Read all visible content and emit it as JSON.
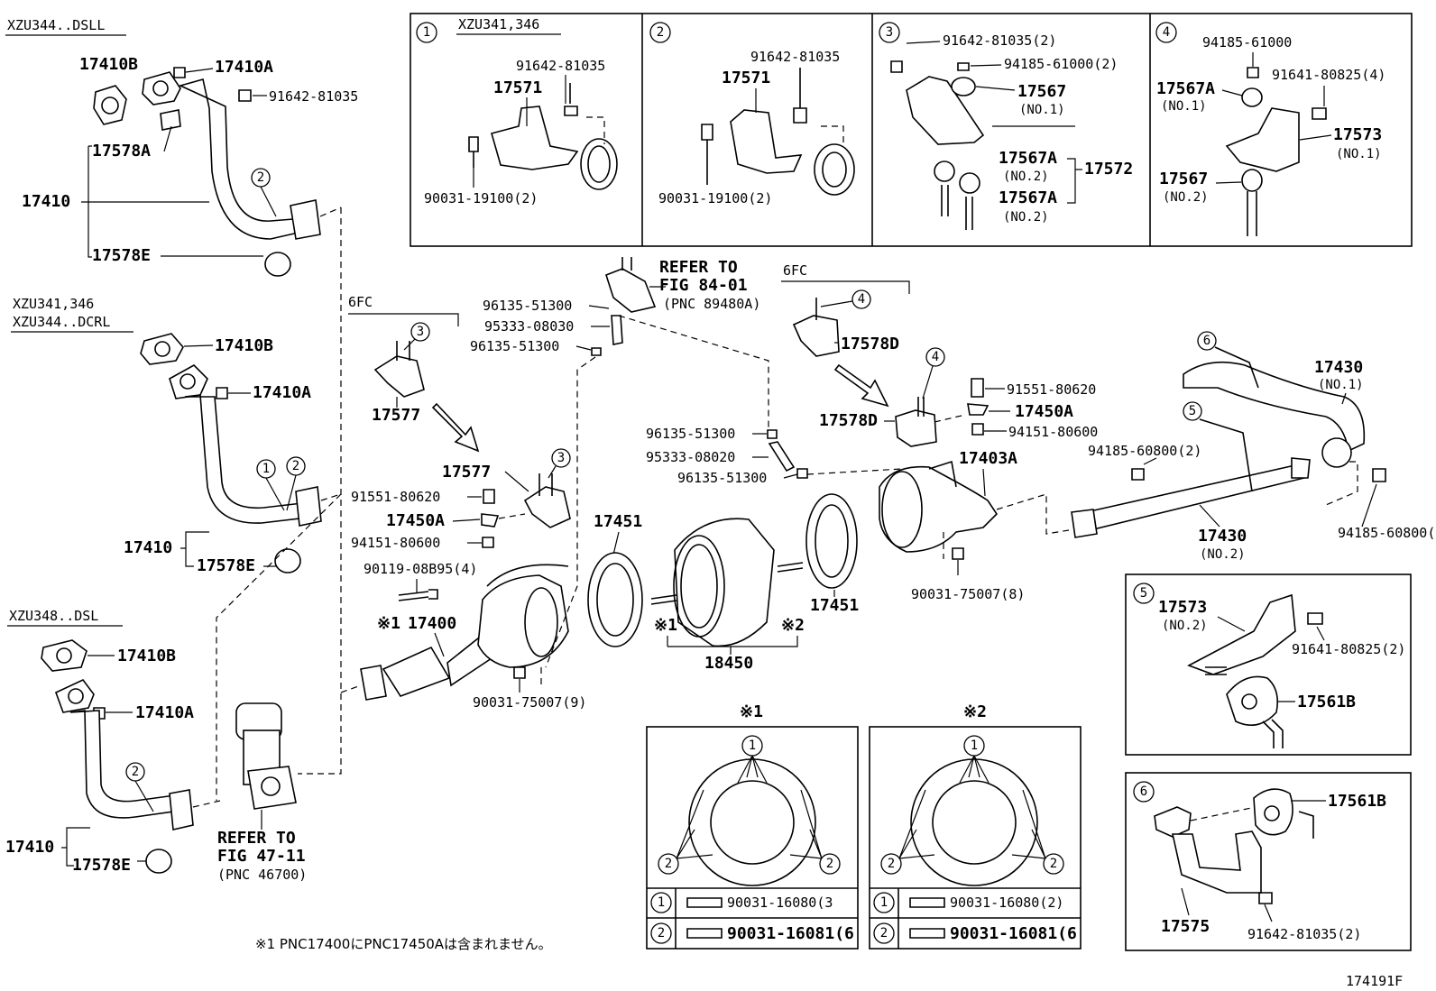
{
  "variants": {
    "v1": "XZU344..DSLL",
    "v2a": "XZU341,346",
    "v2b": "XZU344..DCRL",
    "v3": "XZU348..DSL",
    "box1": "XZU341,346"
  },
  "tags": {
    "sixfc": "6FC",
    "ref1": "※1",
    "ref2": "※2"
  },
  "callouts": [
    "1",
    "2",
    "3",
    "4",
    "5",
    "6"
  ],
  "parts": {
    "p17410": "17410",
    "p17410A": "17410A",
    "p17410B": "17410B",
    "p17578A": "17578A",
    "p17578E": "17578E",
    "p17571": "17571",
    "p17567": "17567",
    "p17567A": "17567A",
    "p17572": "17572",
    "p17573": "17573",
    "p17577": "17577",
    "p17578D": "17578D",
    "p17450A": "17450A",
    "p17451": "17451",
    "p17400": "17400",
    "p18450": "18450",
    "p17403A": "17403A",
    "p17430": "17430",
    "p17561B": "17561B",
    "p17575": "17575",
    "b91642_81035": "91642-81035",
    "b91642_81035_2": "91642-81035(2)",
    "b90031_19100_2": "90031-19100(2)",
    "b94185_61000": "94185-61000",
    "b94185_61000_2": "94185-61000(2)",
    "b91641_80825_4": "91641-80825(4)",
    "b91641_80825_2": "91641-80825(2)",
    "b96135_51300": "96135-51300",
    "b95333_08030": "95333-08030",
    "b95333_08020": "95333-08020",
    "b91551_80620": "91551-80620",
    "b94151_80600": "94151-80600",
    "b90119_08B95_4": "90119-08B95(4)",
    "b90031_75007_9": "90031-75007(9)",
    "b90031_75007_8": "90031-75007(8)",
    "b94185_60800_2": "94185-60800(2)",
    "b90031_16080_3": "90031-16080(3",
    "b90031_16080_2": "90031-16080(2)",
    "b90031_16081_6": "90031-16081(6"
  },
  "notes": {
    "no1": "(NO.1)",
    "no2": "(NO.2)",
    "refer_to": "REFER TO",
    "fig84": "FIG 84-01",
    "pnc89480": "(PNC 89480A)",
    "fig47": "FIG 47-11",
    "pnc46700": "(PNC 46700)",
    "footnote": "※1  PNC17400にPNC17450Aは含まれません。",
    "fig_id": "174191F"
  }
}
